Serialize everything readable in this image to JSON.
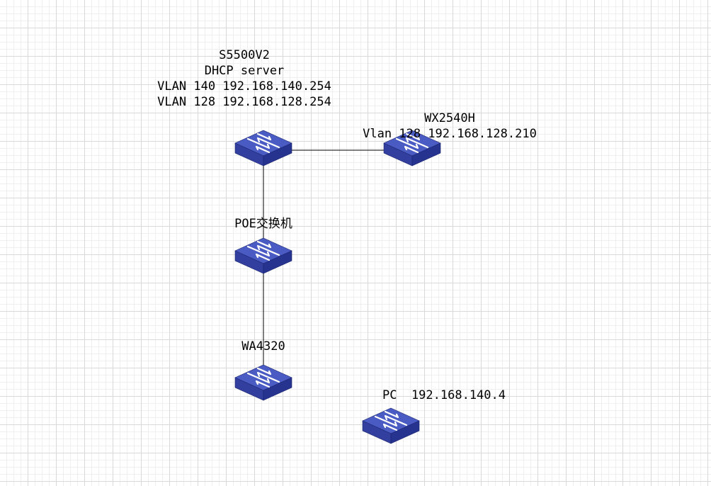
{
  "colors": {
    "device_top": "#4a5cc4",
    "device_side": "#26338f",
    "device_front": "#323f9e",
    "arrow": "#ffffff",
    "link": "#000000"
  },
  "nodes": {
    "s5500": {
      "icon": "switch-icon",
      "lines": [
        "S5500V2",
        "DHCP server",
        "VLAN 140 192.168.140.254",
        "VLAN 128 192.168.128.254"
      ]
    },
    "wx2540": {
      "icon": "switch-icon",
      "lines": [
        "WX2540H",
        "Vlan 128 192.168.128.210"
      ]
    },
    "poe": {
      "icon": "switch-icon",
      "lines": [
        "POE交换机"
      ]
    },
    "wa4320": {
      "icon": "switch-icon",
      "lines": [
        "WA4320"
      ]
    },
    "pc": {
      "icon": "switch-icon",
      "lines": [
        "PC  192.168.140.4"
      ]
    }
  },
  "links": [
    {
      "from": "s5500",
      "to": "wx2540"
    },
    {
      "from": "s5500",
      "to": "poe"
    },
    {
      "from": "poe",
      "to": "wa4320"
    }
  ]
}
